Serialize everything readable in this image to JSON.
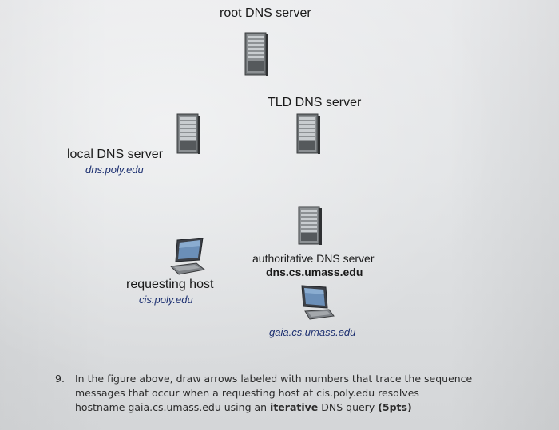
{
  "diagram": {
    "root_server_label": "root DNS server",
    "tld_server_label": "TLD DNS server",
    "local_server_label": "local DNS server",
    "local_server_host": "dns.poly.edu",
    "auth_server_label": "authoritative DNS server",
    "auth_server_host": "dns.cs.umass.edu",
    "requesting_host_label": "requesting host",
    "requesting_host_name": "cis.poly.edu",
    "target_host_name": "gaia.cs.umass.edu"
  },
  "question": {
    "number": "9.",
    "line1": "In the figure above, draw arrows labeled with numbers that trace the sequence",
    "line2": "messages that occur when a requesting host at cis.poly.edu resolves",
    "line3_a": "hostname gaia.cs.umass.edu using an ",
    "line3_bold": "iterative",
    "line3_b": " DNS query ",
    "line3_points": "(5pts)"
  },
  "icons": [
    "server-icon",
    "computer-icon"
  ]
}
